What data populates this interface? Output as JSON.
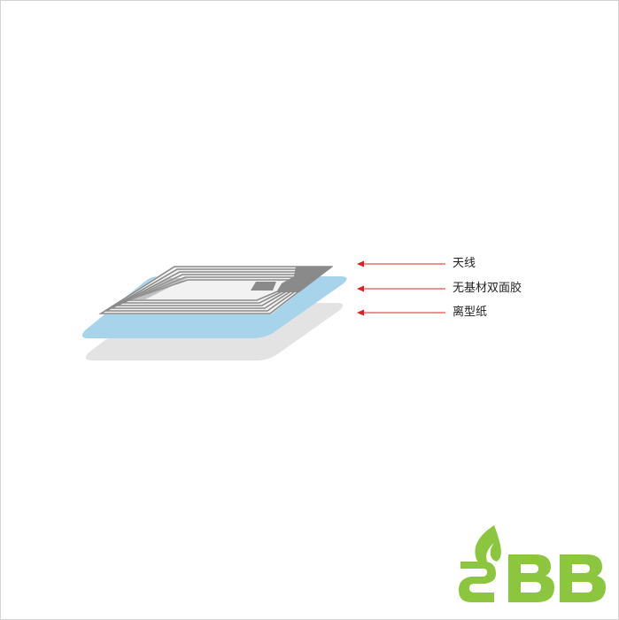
{
  "labels": {
    "antenna": "天线",
    "adhesive": "无基材双面胶",
    "release_paper": "离型纸"
  },
  "logo": {
    "text": "BB"
  },
  "colors": {
    "adhesive_layer": "#a7d4ea",
    "release_paper_layer": "#e3e3e3",
    "antenna_trace": "#8a8a8a",
    "arrow": "#e02020",
    "label_text": "#222222",
    "logo_green": "#8cc63f"
  }
}
